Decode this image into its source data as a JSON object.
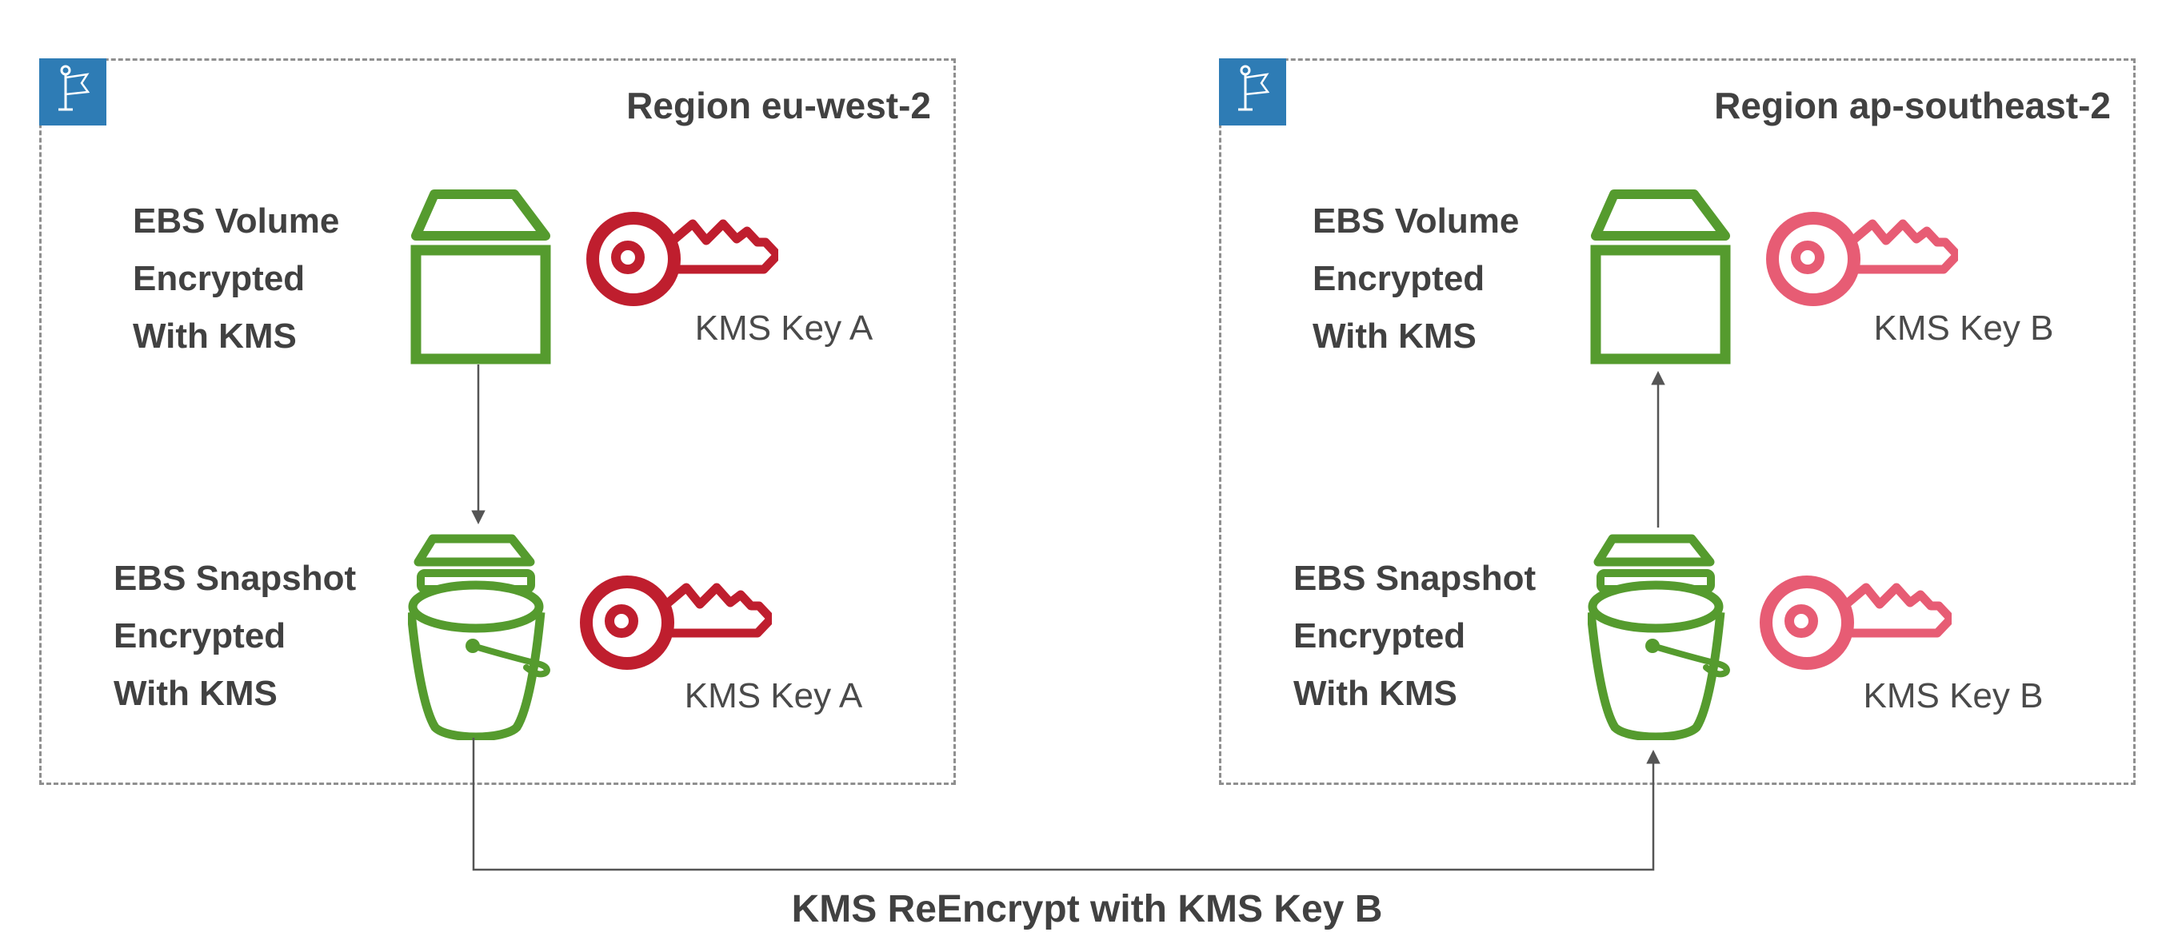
{
  "colors": {
    "resource_green": "#559B2E",
    "kms_key_a_red": "#BF1E2E",
    "kms_key_b_pink": "#E75C74",
    "flag_blue": "#2E7CB5",
    "text_dark": "#414141",
    "key_label_gray": "#4A4A4A",
    "dashed_border_gray": "#8F8F8F",
    "arrow_gray": "#555555"
  },
  "icons": {
    "flag": "flag-icon",
    "volume": "ebs-volume-icon",
    "snapshot": "ebs-snapshot-icon",
    "key": "kms-key-icon"
  },
  "regions": [
    {
      "title": "Region eu-west-2",
      "volume_label": "EBS Volume\nEncrypted\nWith KMS",
      "volume_key_label": "KMS Key A",
      "snapshot_label": "EBS Snapshot\nEncrypted\nWith KMS",
      "snapshot_key_label": "KMS Key A"
    },
    {
      "title": "Region ap-southeast-2",
      "volume_label": "EBS Volume\nEncrypted\nWith KMS",
      "volume_key_label": "KMS Key B",
      "snapshot_label": "EBS Snapshot\nEncrypted\nWith KMS",
      "snapshot_key_label": "KMS Key B"
    }
  ],
  "connector_label": "KMS ReEncrypt with KMS Key B"
}
